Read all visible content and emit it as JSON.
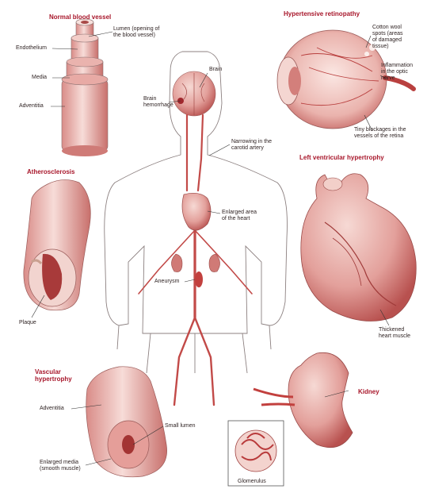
{
  "sections": {
    "normal_vessel": "Normal blood vessel",
    "retinopathy": "Hypertensive retinopathy",
    "atherosclerosis": "Atherosclerosis",
    "lvh": "Left ventricular hypertrophy",
    "vascular": "Vascular\nhypertrophy",
    "kidney": "Kidney"
  },
  "labels": {
    "lumen": "Lumen (opening of\nthe blood vessel)",
    "endothelium": "Endothelium",
    "media": "Media",
    "adventitia_top": "Adventitia",
    "brain": "Brain",
    "brain_hemorrhage": "Brain\nhemorrhage",
    "carotid": "Narrowing in the\ncarotid artery",
    "cotton_wool": "Cotton wool\nspots (areas\nof damaged\ntissue)",
    "optic_nerve": "Inflammation\nin the optic\nnerve",
    "tiny_blockages": "Tiny blockages in the\nvessels of the retina",
    "enlarged_heart": "Enlarged area\nof the heart",
    "aneurysm": "Aneurysm",
    "plaque": "Plaque",
    "thickened_muscle": "Thickened\nheart muscle",
    "adventitia_bottom": "Adventitia",
    "small_lumen": "Small lumen",
    "enlarged_media": "Enlarged media\n(smooth muscle)",
    "glomerulus": "Glomerulus"
  },
  "colors": {
    "title_red": "#a8172b",
    "tissue": "#e8a9a4",
    "tissue_dark": "#c9615f",
    "tissue_light": "#f6d9d4",
    "outline": "#6b5a5a"
  }
}
